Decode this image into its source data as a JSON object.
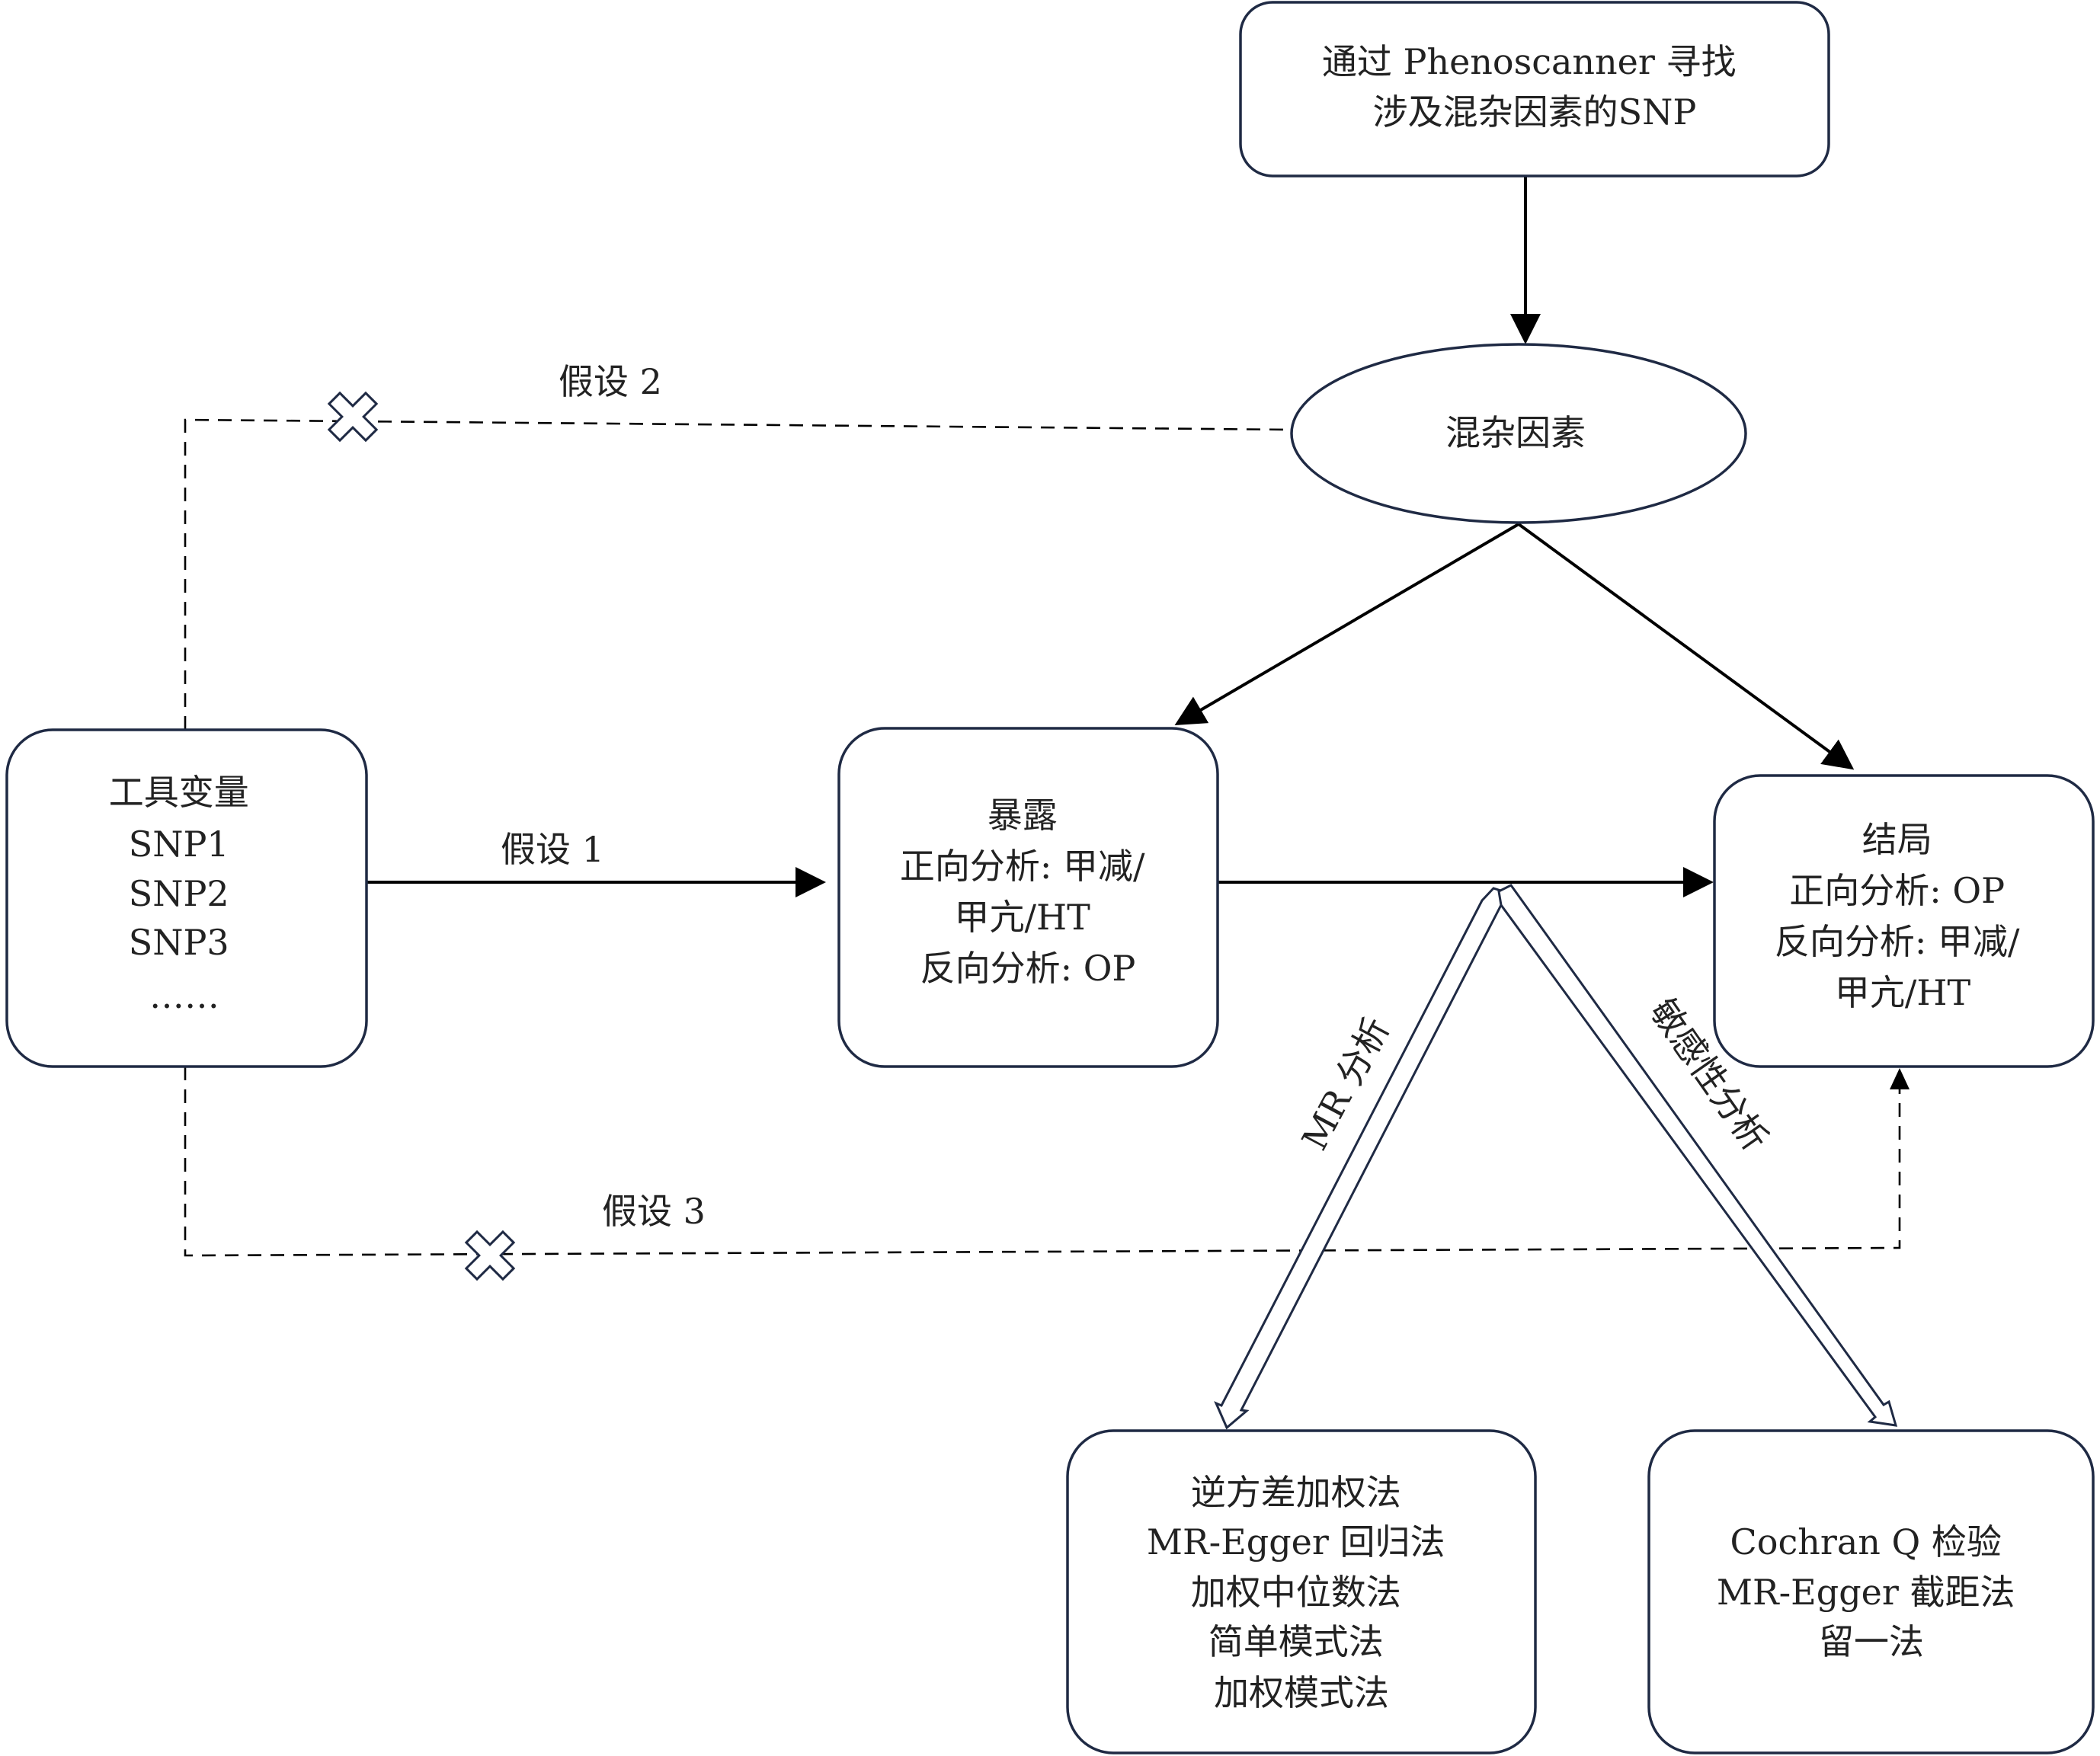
{
  "nodes": {
    "phenoscanner": {
      "lines": [
        "通过 Phenoscanner 寻找",
        "涉及混杂因素的SNP"
      ]
    },
    "confounder": {
      "lines": [
        "混杂因素"
      ]
    },
    "instrument": {
      "lines": [
        "工具变量",
        "SNP1",
        "SNP2",
        "SNP3",
        "……"
      ]
    },
    "exposure": {
      "lines": [
        "暴露",
        "正向分析: 甲减/",
        "甲亢/HT",
        "反向分析: OP"
      ]
    },
    "outcome": {
      "lines": [
        "结局",
        "正向分析: OP",
        "反向分析: 甲减/",
        "甲亢/HT"
      ]
    },
    "mr_methods": {
      "lines": [
        "逆方差加权法",
        "MR-Egger 回归法",
        "加权中位数法",
        "简单模式法",
        "加权模式法"
      ]
    },
    "sensitivity_methods": {
      "lines": [
        "Cochran Q 检验",
        "MR-Egger 截距法",
        "留一法"
      ]
    }
  },
  "edge_labels": {
    "assumption1": "假设 1",
    "assumption2": "假设 2",
    "assumption3": "假设 3",
    "mr_analysis": "MR 分析",
    "sensitivity_analysis": "敏感性分析"
  },
  "colors": {
    "box_stroke": "#1f2a44",
    "line": "#000000",
    "text": "#222222"
  },
  "icons": {
    "blocked_path": "x-cross-icon"
  }
}
